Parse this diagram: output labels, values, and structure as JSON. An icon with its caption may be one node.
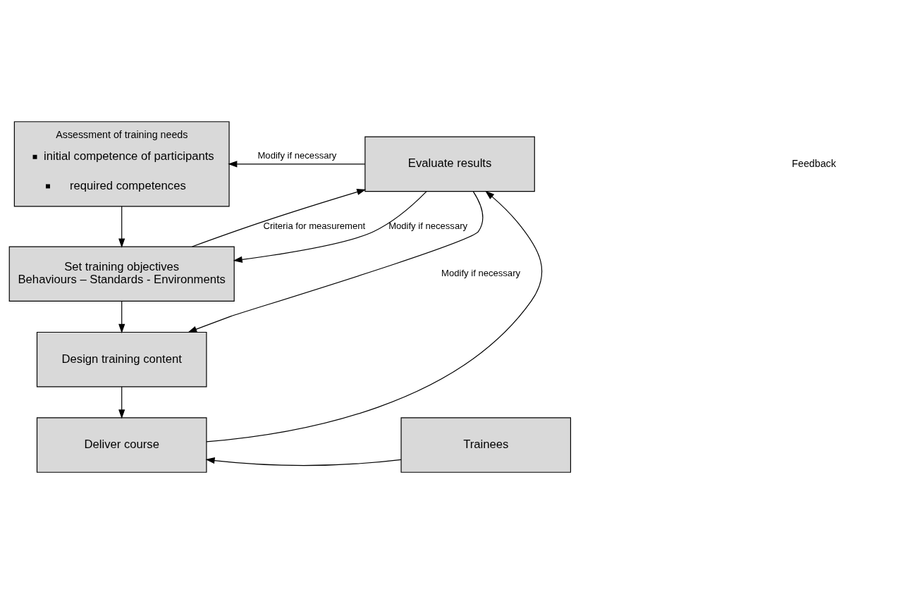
{
  "diagram": {
    "nodes": [
      {
        "text": [
          "Assessment of training needs",
          "initial competence of participants",
          "required competences"
        ]
      },
      {
        "text": [
          "Set training objectives",
          "Behaviours – Standards - Environments"
        ]
      },
      {
        "text": [
          "Design training content"
        ]
      },
      {
        "text": [
          "Deliver course"
        ]
      },
      {
        "text": [
          "Trainees"
        ]
      },
      {
        "text": [
          "Evaluate results"
        ]
      }
    ],
    "edges": [
      {
        "from": 0,
        "to": 1,
        "arrow": "to"
      },
      {
        "from": 1,
        "to": 2,
        "arrow": "to"
      },
      {
        "from": 2,
        "to": 3,
        "arrow": "to"
      },
      {
        "from": 3,
        "to": 5,
        "arrow": "to"
      },
      {
        "from": 4,
        "to": 3,
        "arrow": "to"
      },
      {
        "from": 1,
        "to": 5,
        "arrow": "to",
        "label": "Criteria for measurement"
      },
      {
        "from": 5,
        "to": 0,
        "arrow": "to",
        "label": "Modify if necessary"
      },
      {
        "from": 5,
        "to": 1,
        "arrow": "to",
        "label": "Modify if necessary"
      },
      {
        "from": 5,
        "to": 2,
        "arrow": "to",
        "label": "Modify if necessary"
      }
    ],
    "labels": [
      "Feedback"
    ]
  }
}
